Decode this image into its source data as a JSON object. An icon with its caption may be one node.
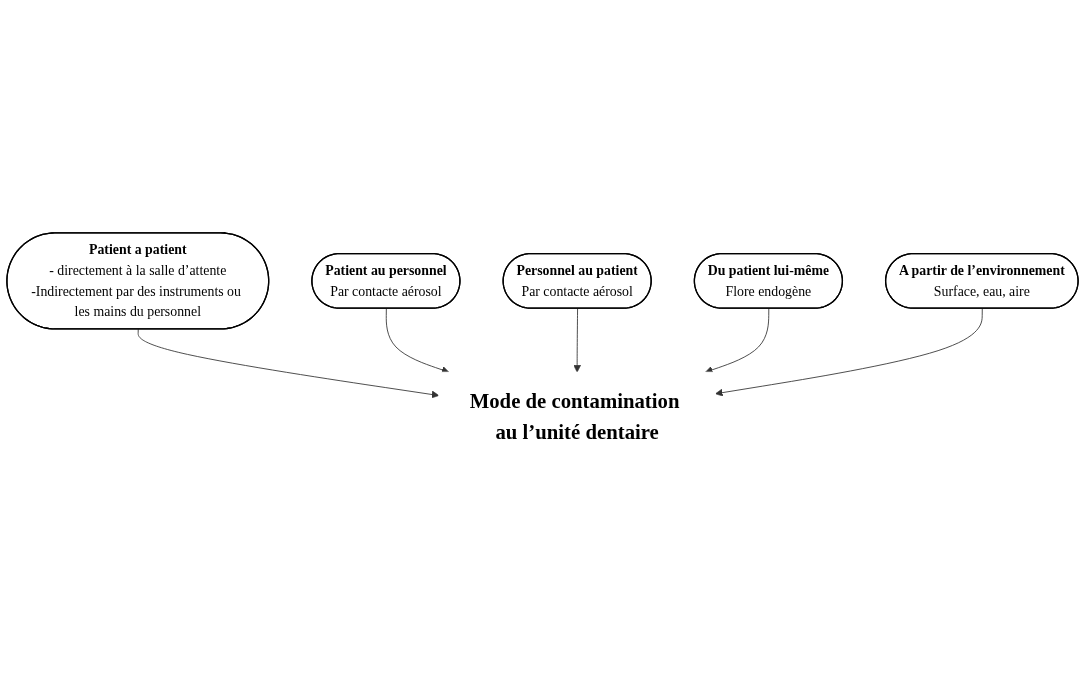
{
  "diagram": {
    "nodes": [
      {
        "text": [
          "Patient a patient",
          "- directement à la salle d’attente",
          "-Indirectement par des instruments ou les mains du personnel"
        ]
      },
      {
        "text": [
          "Patient au personnel",
          "Par contacte aérosol"
        ]
      },
      {
        "text": [
          "Mode de contamination au l’unité dentaire"
        ]
      },
      {
        "text": [
          "Personnel au patient",
          "Par contacte aérosol"
        ]
      },
      {
        "text": [
          "Du patient lui-même",
          "Flore endogène"
        ]
      },
      {
        "text": [
          "A partir de l’environnement",
          "Surface, eau, aire"
        ]
      }
    ],
    "edges": [
      {
        "from": 0,
        "to": 2,
        "arrow": "to"
      },
      {
        "from": 1,
        "to": 2,
        "arrow": "to"
      },
      {
        "from": 3,
        "to": 2,
        "arrow": "to"
      },
      {
        "from": 4,
        "to": 2,
        "arrow": "to"
      },
      {
        "from": 5,
        "to": 2,
        "arrow": "to"
      }
    ]
  }
}
